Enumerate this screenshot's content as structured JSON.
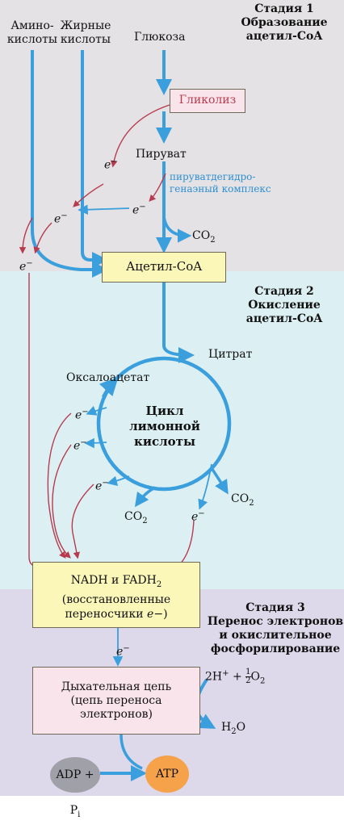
{
  "stages": {
    "s1": [
      "Стадия 1",
      "Образование",
      "ацетил-CoA"
    ],
    "s2": [
      "Стадия 2",
      "Окисление",
      "ацетил-CoA"
    ],
    "s3": [
      "Стадия 3",
      "Перенос электронов",
      "и окислительное",
      "фосфорилирование"
    ]
  },
  "inputs": {
    "amino": [
      "Амино-",
      "кислоты"
    ],
    "fatty": [
      "Жирные",
      "кислоты"
    ],
    "glucose": "Глюкоза"
  },
  "labels": {
    "glycolysis": "Гликолиз",
    "pyruvate": "Пируват",
    "pdh": [
      "пируватдегидро-",
      "генаэный комплекс"
    ],
    "co2": "CO",
    "sub2": "2",
    "acetyl": "Ацетил-CoA",
    "citrate": "Цитрат",
    "oxaloacetate": "Оксалоацетат",
    "cycle": [
      "Цикл",
      "лимонной",
      "кислоты"
    ],
    "electron": "e",
    "minus": "−",
    "nadh": {
      "line1_a": "NADH и FADH",
      "line1_sub": "2",
      "line2": "(восстановленные",
      "line3_a": "переносчики ",
      "line3_e": "e",
      "line3_end": "−)"
    },
    "resp": [
      "Дыхательная цепь",
      "(цепь переноса",
      "электронов)"
    ],
    "protons": {
      "a": "2H",
      "sup": "+",
      "plus": "+",
      "num": "1",
      "den": "2",
      "o": "O",
      "sub": "2"
    },
    "water": {
      "h": "H",
      "sub": "2",
      "o": "O"
    },
    "adp": {
      "a": "ADP + P",
      "sub": "i"
    },
    "atp": "ATP"
  },
  "colors": {
    "flow_blue": "#3a9fdc",
    "electron_red": "#b83a4e",
    "box_yellow": "#fbf7b8",
    "box_border": "#6f6a55",
    "adp_node": "#a0a0a8",
    "atp_node": "#f5a24a"
  }
}
